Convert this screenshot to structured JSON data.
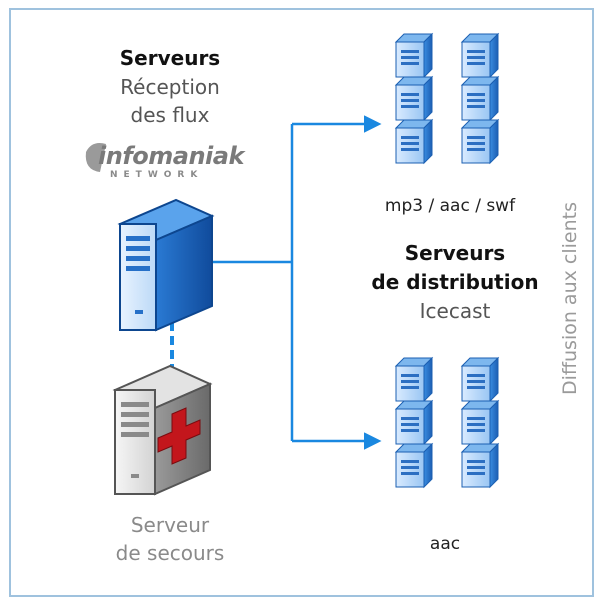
{
  "reception": {
    "title": "Serveurs",
    "subtitle_line1": "Réception",
    "subtitle_line2": "des flux",
    "logo_text": "infomaniak",
    "logo_subtext": "NETWORK"
  },
  "distribution": {
    "top_formats": "mp3 / aac / swf",
    "title_line1": "Serveurs",
    "title_line2": "de distribution",
    "subtitle": "Icecast",
    "bottom_formats": "aac"
  },
  "backup": {
    "label_line1": "Serveur",
    "label_line2": "de secours"
  },
  "side_label": "Diffusion aux clients",
  "colors": {
    "frame_border": "#9fc2de",
    "connector": "#1a88e0",
    "server_blue": "#2f7fd6",
    "server_light": "#cfe4fb",
    "backup_gray": "#d4d4d4",
    "cross_red": "#c3161c"
  },
  "icons": {
    "main_server": "server-tower-icon",
    "backup_server": "medical-server-icon",
    "rack_units": "server-rack-icon"
  }
}
